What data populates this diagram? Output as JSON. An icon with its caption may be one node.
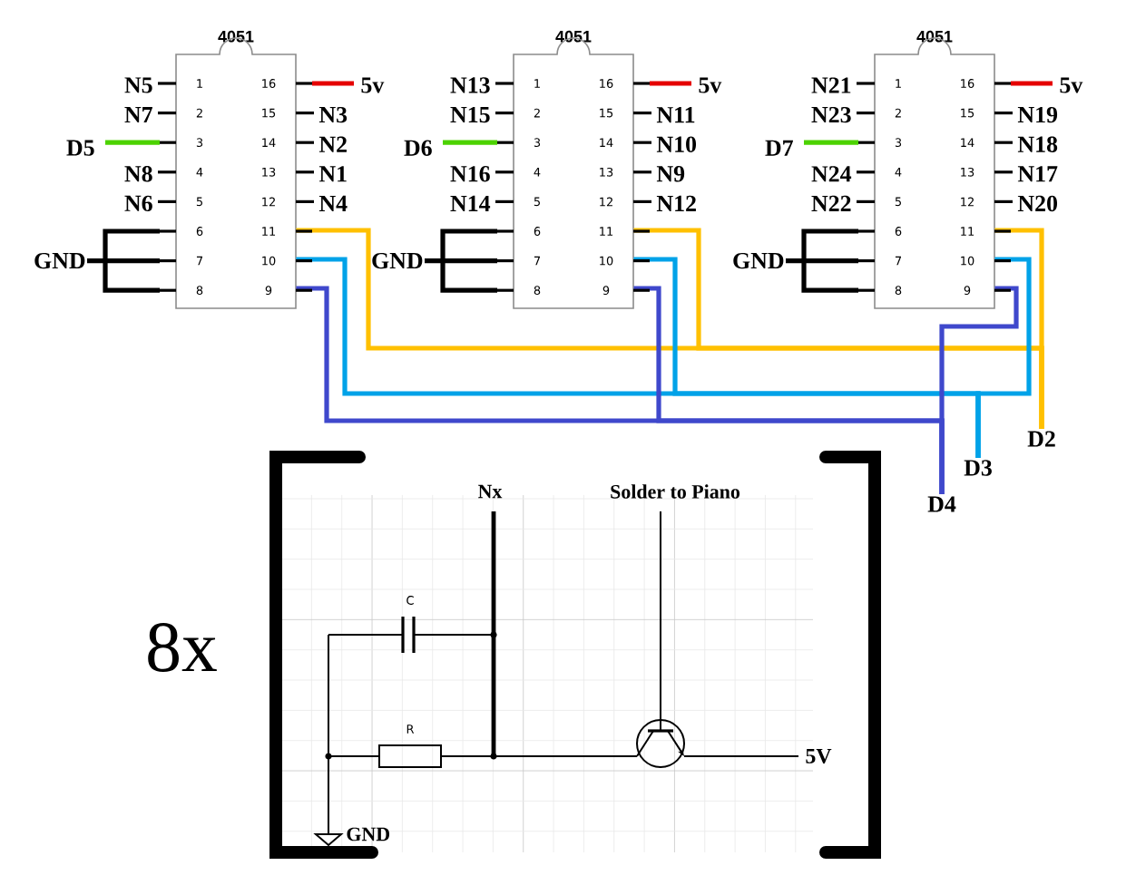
{
  "diagram": {
    "nodes": [
      {
        "text": [
          "4051"
        ],
        "beside": [
          "N5",
          "N7",
          "D5",
          "N8",
          "N6",
          "GND",
          "5v",
          "N3",
          "N2",
          "N1",
          "N4"
        ]
      },
      {
        "text": [
          "4051"
        ],
        "beside": [
          "N13",
          "N15",
          "D6",
          "N16",
          "N14",
          "GND",
          "5v",
          "N11",
          "N10",
          "N9",
          "N12"
        ]
      },
      {
        "text": [
          "4051"
        ],
        "beside": [
          "N21",
          "N23",
          "D7",
          "N24",
          "N22",
          "GND",
          "5v",
          "N19",
          "N18",
          "N17",
          "N20"
        ]
      },
      {
        "text": [
          "D2"
        ]
      },
      {
        "text": [
          "D3"
        ]
      },
      {
        "text": [
          "D4"
        ]
      }
    ],
    "edges": [
      {
        "from": 0,
        "to": 3,
        "arrow": "none",
        "color": "#ffc000"
      },
      {
        "from": 1,
        "to": 3,
        "arrow": "none",
        "color": "#ffc000"
      },
      {
        "from": 2,
        "to": 3,
        "arrow": "none",
        "color": "#ffc000"
      },
      {
        "from": 0,
        "to": 4,
        "arrow": "none",
        "color": "#00a2e8"
      },
      {
        "from": 1,
        "to": 4,
        "arrow": "none",
        "color": "#00a2e8"
      },
      {
        "from": 2,
        "to": 4,
        "arrow": "none",
        "color": "#00a2e8"
      },
      {
        "from": 0,
        "to": 5,
        "arrow": "none",
        "color": "#3f48cc"
      },
      {
        "from": 1,
        "to": 5,
        "arrow": "none",
        "color": "#3f48cc"
      },
      {
        "from": 2,
        "to": 5,
        "arrow": "none",
        "color": "#3f48cc"
      }
    ],
    "labels": [
      "1",
      "2",
      "3",
      "4",
      "5",
      "6",
      "7",
      "8",
      "9",
      "10",
      "11",
      "12",
      "13",
      "14",
      "15",
      "16",
      "1",
      "2",
      "3",
      "4",
      "5",
      "6",
      "7",
      "8",
      "9",
      "10",
      "11",
      "12",
      "13",
      "14",
      "15",
      "16",
      "1",
      "2",
      "3",
      "4",
      "5",
      "6",
      "7",
      "8",
      "9",
      "10",
      "11",
      "12",
      "13",
      "14",
      "15",
      "16",
      "8x",
      "Nx",
      "Solder to Piano",
      "C",
      "R",
      "5V",
      "GND"
    ]
  }
}
